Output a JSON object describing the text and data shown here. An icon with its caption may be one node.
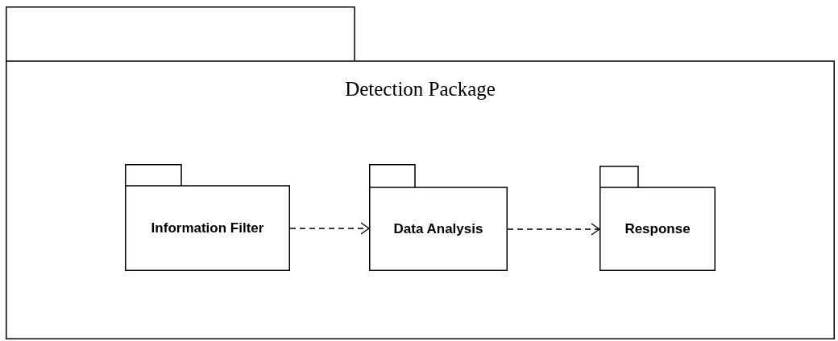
{
  "diagram": {
    "nodes": [
      {
        "text": [
          "Detection Package"
        ]
      },
      {
        "text": [
          "Information Filter"
        ],
        "in": 0
      },
      {
        "text": [
          "Data Analysis"
        ],
        "in": 0
      },
      {
        "text": [
          "Response"
        ],
        "in": 0
      }
    ],
    "edges": [
      {
        "from": 1,
        "to": 2,
        "arrow": "to",
        "style": "dashed"
      },
      {
        "from": 2,
        "to": 3,
        "arrow": "to",
        "style": "dashed"
      }
    ]
  }
}
